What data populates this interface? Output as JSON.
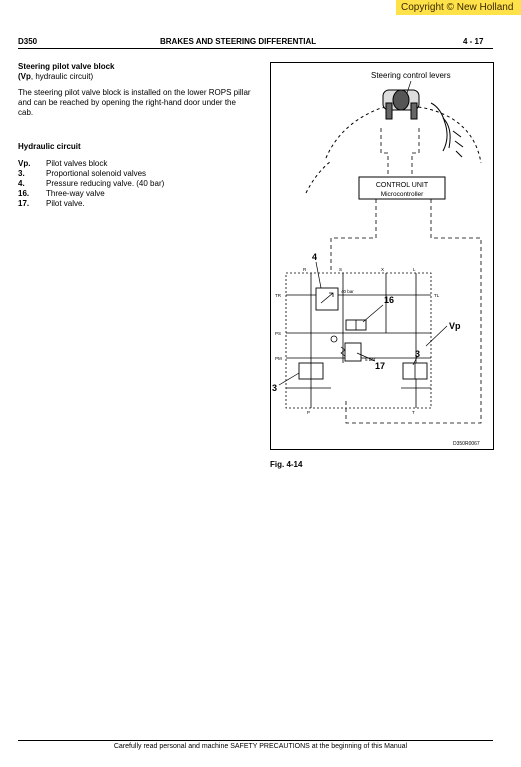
{
  "copyright": "Copyright © New Holland",
  "header": {
    "model": "D350",
    "section": "BRAKES AND STEERING DIFFERENTIAL",
    "page": "4 - 17"
  },
  "content": {
    "title": "Steering pilot valve block",
    "subtitle_code": "(Vp",
    "subtitle_rest": ", hydraulic circuit)",
    "paragraph": "The steering pilot valve block is installed on the lower ROPS pillar and can be reached by opening the right-hand door under the cab.",
    "hydraulic_title": "Hydraulic circuit",
    "items": [
      {
        "num": "Vp.",
        "text": "Pilot valves block"
      },
      {
        "num": "3.",
        "text": "Proportional solenoid valves"
      },
      {
        "num": "4.",
        "text": "Pressure reducing valve. (40 bar)"
      },
      {
        "num": "16.",
        "text": "Three-way valve"
      },
      {
        "num": "17.",
        "text": "Pilot valve."
      }
    ]
  },
  "figure": {
    "levers_label": "Steering control levers",
    "control_unit_line1": "CONTROL UNIT",
    "control_unit_line2": "Microcontroller",
    "callouts": {
      "c4": "4",
      "c16": "16",
      "c17": "17",
      "c3a": "3",
      "c3b": "3",
      "vp": "Vp"
    },
    "ports": {
      "r": "R",
      "s": "S",
      "x": "X",
      "l": "L",
      "tr": "TR",
      "tl": "TL",
      "ps": "PS",
      "pm": "PM",
      "p": "P",
      "t": "T"
    },
    "pressure_40": "40 bar",
    "pressure_5": "5 bar",
    "figure_code": "D350R0067",
    "caption": "Fig. 4-14"
  },
  "footer": "Carefully read personal and machine SAFETY PRECAUTIONS at the beginning of this Manual"
}
